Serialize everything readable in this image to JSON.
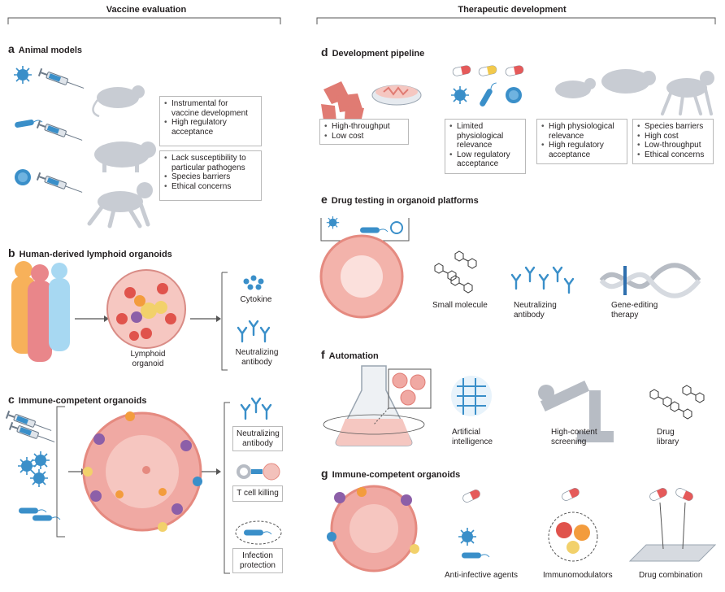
{
  "columns": {
    "left": "Vaccine evaluation",
    "right": "Therapeutic development"
  },
  "panels": {
    "a": {
      "letter": "a",
      "title": "Animal models",
      "pros": [
        "Instrumental for vaccine development",
        "High regulatory acceptance"
      ],
      "cons": [
        "Lack susceptibility to particular pathogens",
        "Species barriers",
        "Ethical concerns"
      ]
    },
    "b": {
      "letter": "b",
      "title": "Human-derived lymphoid organoids",
      "organoid_label": "Lymphoid organoid",
      "outputs": [
        "Cytokine",
        "Neutralizing antibody"
      ]
    },
    "c": {
      "letter": "c",
      "title": "Immune-competent organoids",
      "outputs": [
        "Neutralizing antibody",
        "T cell killing",
        "Infection protection"
      ]
    },
    "d": {
      "letter": "d",
      "title": "Development pipeline",
      "box1": [
        "High-throughput",
        "Low cost"
      ],
      "box2": [
        "Limited physiological relevance",
        "Low regulatory acceptance"
      ],
      "box3": [
        "High physiological relevance",
        "High regulatory acceptance"
      ],
      "box4": [
        "Species barriers",
        "High cost",
        "Low-throughput",
        "Ethical concerns"
      ]
    },
    "e": {
      "letter": "e",
      "title": "Drug testing in organoid platforms",
      "items": [
        "Small molecule",
        "Neutralizing antibody",
        "Gene-editing therapy"
      ]
    },
    "f": {
      "letter": "f",
      "title": "Automation",
      "items": [
        "Artificial intelligence",
        "High-content screening",
        "Drug library"
      ]
    },
    "g": {
      "letter": "g",
      "title": "Immune-competent organoids",
      "items": [
        "Anti-infective agents",
        "Immunomodulators",
        "Drug combination"
      ]
    }
  },
  "colors": {
    "text": "#231f20",
    "blue": "#3a8fc9",
    "pink": "#f0a9a3",
    "red": "#d9534f",
    "gray": "#b7bcc4",
    "orange": "#f39c3d",
    "purple": "#8c5fa8"
  }
}
